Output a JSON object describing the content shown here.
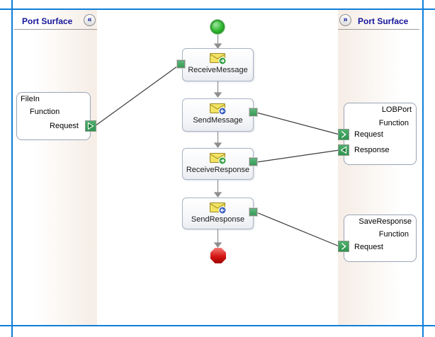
{
  "left_panel": {
    "title": "Port Surface",
    "collapse_glyph": "«"
  },
  "right_panel": {
    "title": "Port Surface",
    "expand_glyph": "»"
  },
  "flow": {
    "steps": [
      {
        "label": "ReceiveMessage",
        "type": "receive"
      },
      {
        "label": "SendMessage",
        "type": "send"
      },
      {
        "label": "ReceiveResponse",
        "type": "receive"
      },
      {
        "label": "SendResponse",
        "type": "send"
      }
    ]
  },
  "ports": {
    "file_in": {
      "name": "FileIn",
      "operation": "Function",
      "request": "Request"
    },
    "lob": {
      "name": "LOBPort",
      "operation": "Function",
      "request": "Request",
      "response": "Response"
    },
    "save": {
      "name": "SaveResponse",
      "operation": "Function",
      "request": "Request"
    }
  },
  "colors": {
    "frame_blue": "#0e7fd9",
    "title_navy": "#15159a",
    "connector_green": "#379b55",
    "start_green": "#2eb82e",
    "stop_red": "#cc0000",
    "envelope_yellow": "#f2e363",
    "receive_badge_green": "#2f9e3f",
    "send_badge_blue": "#3a5fc0"
  }
}
